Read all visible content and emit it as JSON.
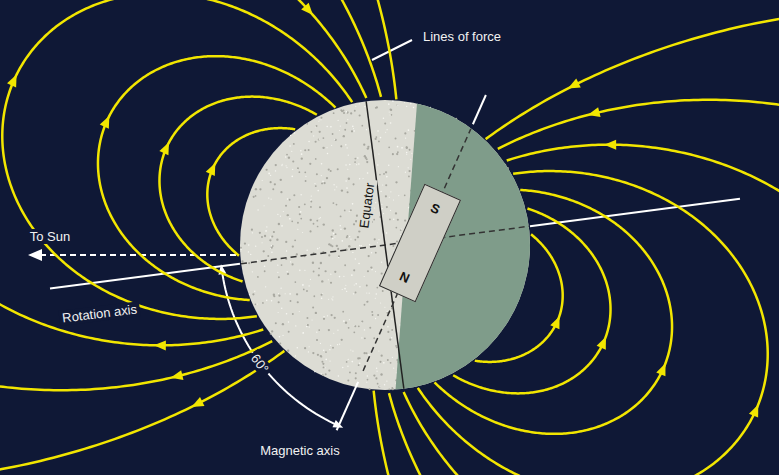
{
  "diagram": {
    "nodes": [
      {
        "text": [
          "S",
          "N"
        ]
      }
    ],
    "labels": [
      "Lines of force",
      "To Sun",
      "Equator",
      "Rotation axis",
      "60°",
      "Magnetic axis"
    ]
  }
}
